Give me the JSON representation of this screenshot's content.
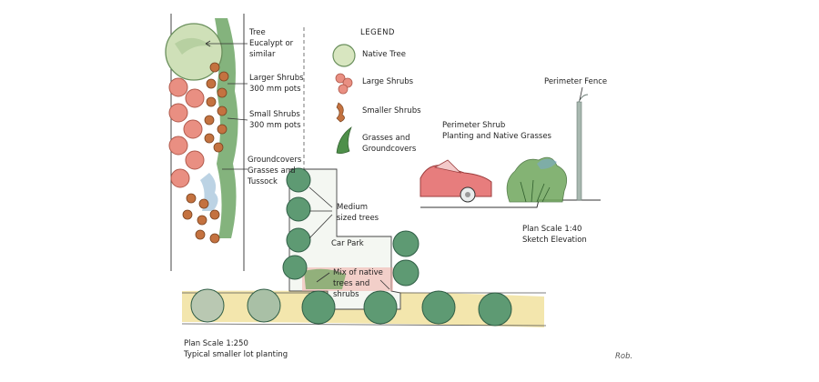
{
  "legend": {
    "title": "LEGEND",
    "items": [
      {
        "label": "Native Tree",
        "icon": "native-tree-icon",
        "color": "#c9d9b0"
      },
      {
        "label": "Large Shrubs",
        "icon": "large-shrub-icon",
        "color": "#e48a7c"
      },
      {
        "label": "Smaller Shrubs",
        "icon": "smaller-shrub-icon",
        "color": "#c77a4a"
      },
      {
        "label_lines": [
          "Grasses and",
          "Groundcovers"
        ],
        "icon": "grasses-icon",
        "color": "#5f9a55"
      }
    ]
  },
  "plan_labels": {
    "tree": [
      "Tree",
      "Eucalypt or",
      "similar"
    ],
    "larger_shrubs": [
      "Larger Shrubs",
      "300 mm pots"
    ],
    "small_shrubs": [
      "Small Shrubs",
      "300 mm pots"
    ],
    "groundcovers": [
      "Groundcovers",
      "Grasses and",
      "Tussock"
    ],
    "medium_trees": [
      "Medium",
      "sized trees"
    ],
    "car_park": "Car Park",
    "mix": [
      "Mix of native",
      "trees and",
      "shrubs"
    ]
  },
  "elevation_labels": {
    "perimeter_fence": "Perimeter Fence",
    "perimeter_shrub": [
      "Perimeter Shrub",
      "Planting and Native Grasses"
    ],
    "scale_1": "Plan Scale 1:40",
    "scale_2": "Sketch Elevation"
  },
  "footer": {
    "scale_1": "Plan Scale 1:250",
    "scale_2": "Typical smaller lot planting",
    "signature": "Rob."
  },
  "colors": {
    "tree_fill": "#cfe0b8",
    "tree_dark": "#4f8a6e",
    "large_shrub": "#e98f82",
    "small_shrub": "#c47240",
    "grass": "#4e8f4a",
    "path_yellow": "#eedc8a",
    "car": "#e77d7d",
    "fence": "#a8b8b0"
  }
}
